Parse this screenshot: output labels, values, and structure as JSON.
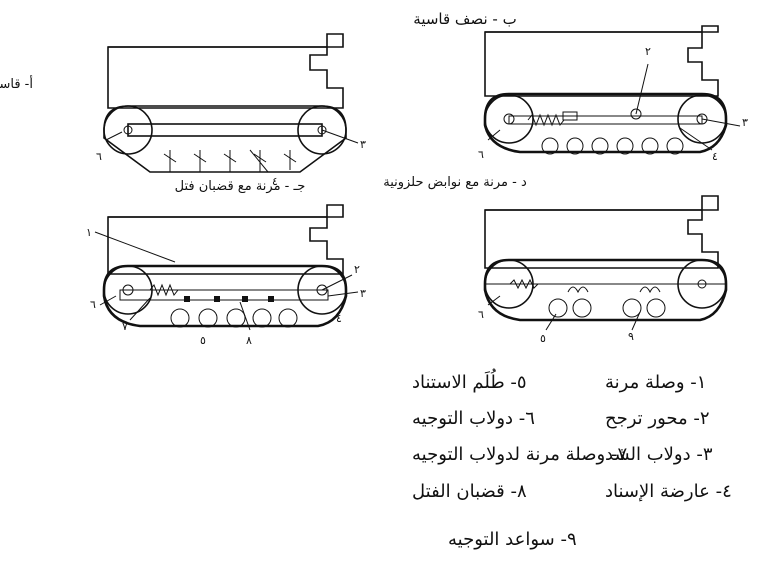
{
  "title": "ب - نصف قاسية",
  "panels": {
    "a": {
      "caption": "أ- قاسية",
      "numbers": [
        "٦",
        "٤",
        "٣"
      ]
    },
    "b": {
      "numbers": [
        "٢",
        "٣",
        "٤",
        "٦"
      ]
    },
    "c": {
      "caption": "جـ - مرنة مع قضبان فتل",
      "numbers": [
        "١",
        "٢",
        "٣",
        "٦",
        "٧",
        "٨",
        "٤",
        "٥"
      ]
    },
    "d": {
      "caption": "د - مرنة مع نوابض حلزونية",
      "numbers": [
        "٦",
        "٥",
        "٩"
      ]
    }
  },
  "legend": [
    "١- وصلة مرنة",
    "٢- محور ترجح",
    "٣- دولاب الشد",
    "٤- عارضة الإسناد",
    "٥- طُلَم الاستناد",
    "٦- دولاب التوجيه",
    "٧- وصلة مرنة لدولاب  التوجيه",
    "٨- قضبان الفتل",
    "٩- سواعد التوجيه"
  ]
}
